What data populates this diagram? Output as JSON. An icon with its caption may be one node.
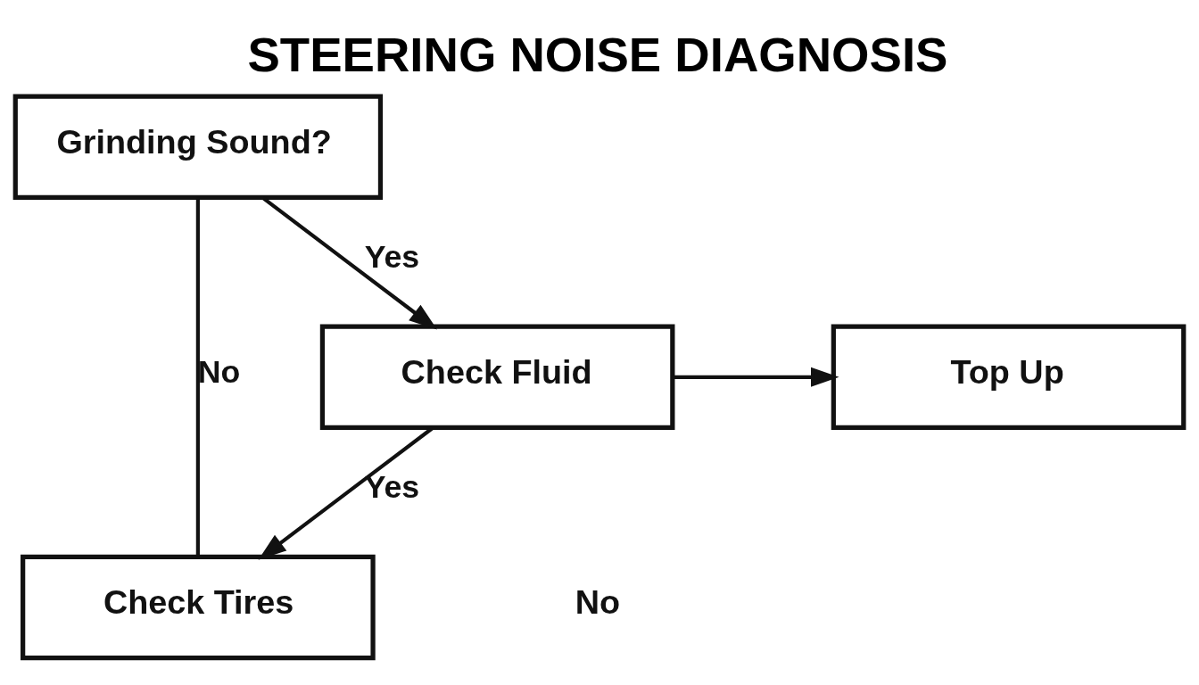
{
  "diagram": {
    "title": "STEERING NOISE DIAGNOSIS",
    "nodes": [
      {
        "text": [
          "Grinding Sound?"
        ]
      },
      {
        "text": [
          "Check Fluid"
        ]
      },
      {
        "text": [
          "Top Up"
        ]
      },
      {
        "text": [
          "Check Tires"
        ]
      }
    ],
    "edges": [
      {
        "from": 0,
        "to": 1,
        "arrow": "to",
        "label": "Yes"
      },
      {
        "from": 1,
        "to": 2,
        "arrow": "to"
      },
      {
        "from": 1,
        "to": 3,
        "arrow": "to",
        "label": "Yes"
      },
      {
        "from": 0,
        "to": 3,
        "arrow": "none",
        "label": "No"
      }
    ],
    "labels": [
      "No"
    ]
  }
}
